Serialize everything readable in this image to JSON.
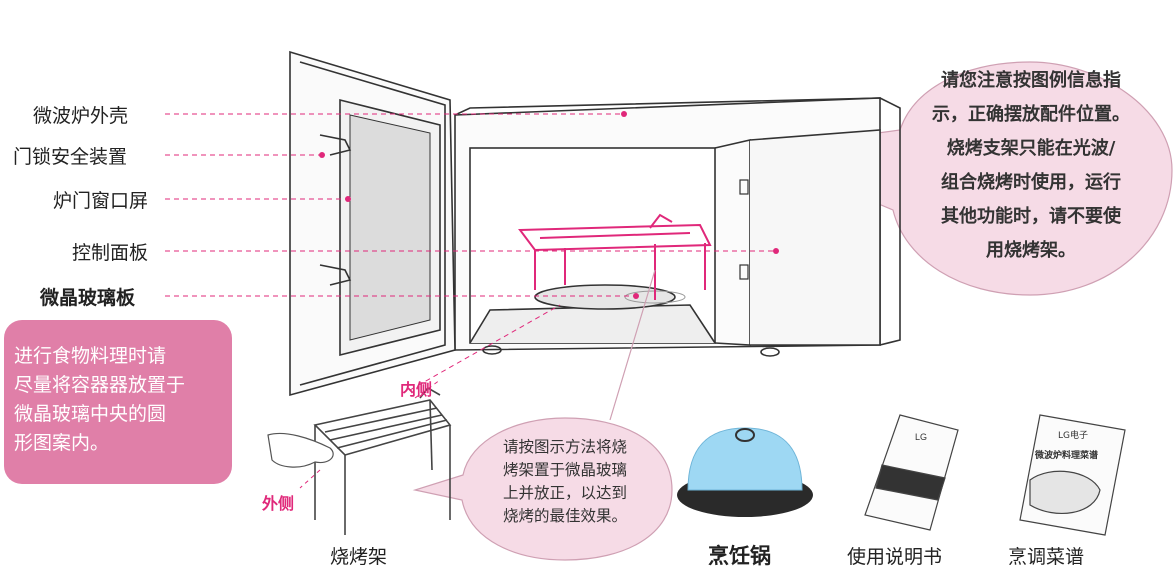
{
  "labels": {
    "outer_shell": "微波炉外壳",
    "door_lock": "门锁安全装置",
    "door_window": "炉门窗口屏",
    "control_panel": "控制面板",
    "glass_tray": "微晶玻璃板"
  },
  "pink_note": {
    "lines": [
      "进行食物料理时请",
      "尽量将容器器放置于",
      "微晶玻璃中央的圆",
      "形图案内。"
    ]
  },
  "callout_big": {
    "lines": [
      "请您注意按图例信息指",
      "示，正确摆放配件位置。",
      "烧烤支架只能在光波/",
      "组合烧烤时使用，运行",
      "其他功能时，请不要使",
      "用烧烤架。"
    ]
  },
  "callout_small": {
    "lines": [
      "请按图示方法将烧",
      "烤架置于微晶玻璃",
      "上并放正，以达到",
      "烧烤的最佳效果。"
    ]
  },
  "rack_labels": {
    "inner": "内侧",
    "outer": "外侧"
  },
  "captions": {
    "grill_rack": "烧烤架",
    "cooking_pot": "烹饪锅",
    "manual": "使用说明书",
    "recipe": "烹调菜谱"
  },
  "manual_cover_text": "LG",
  "recipe_cover_text": "LG电子",
  "recipe_title_text": "微波炉料理菜谱",
  "colors": {
    "accent_pink": "#e0287a",
    "note_bg": "#e07fa8",
    "callout_bg": "#f6dbe6",
    "pot_lid": "#9ed8f3"
  }
}
